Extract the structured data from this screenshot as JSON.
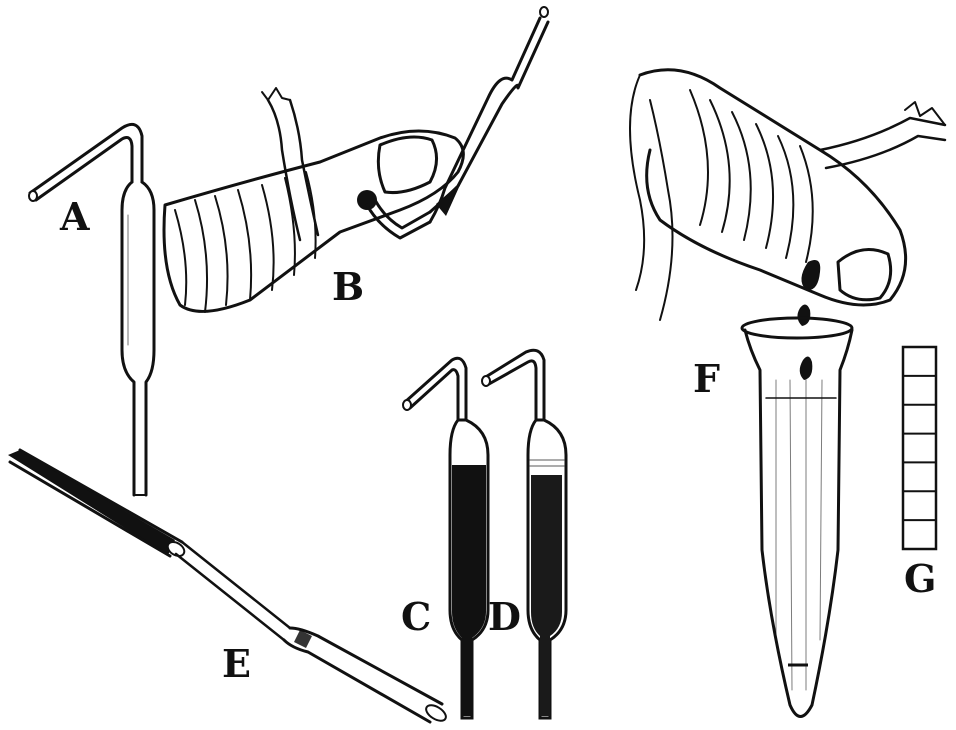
{
  "labels": {
    "A": "A",
    "B": "B",
    "C": "C",
    "D": "D",
    "E": "E",
    "F": "F",
    "G": "G"
  },
  "colors": {
    "ink": "#111111",
    "paper": "#ffffff",
    "blood": "#1a1a1a"
  },
  "scale_g": {
    "divisions": 7
  }
}
